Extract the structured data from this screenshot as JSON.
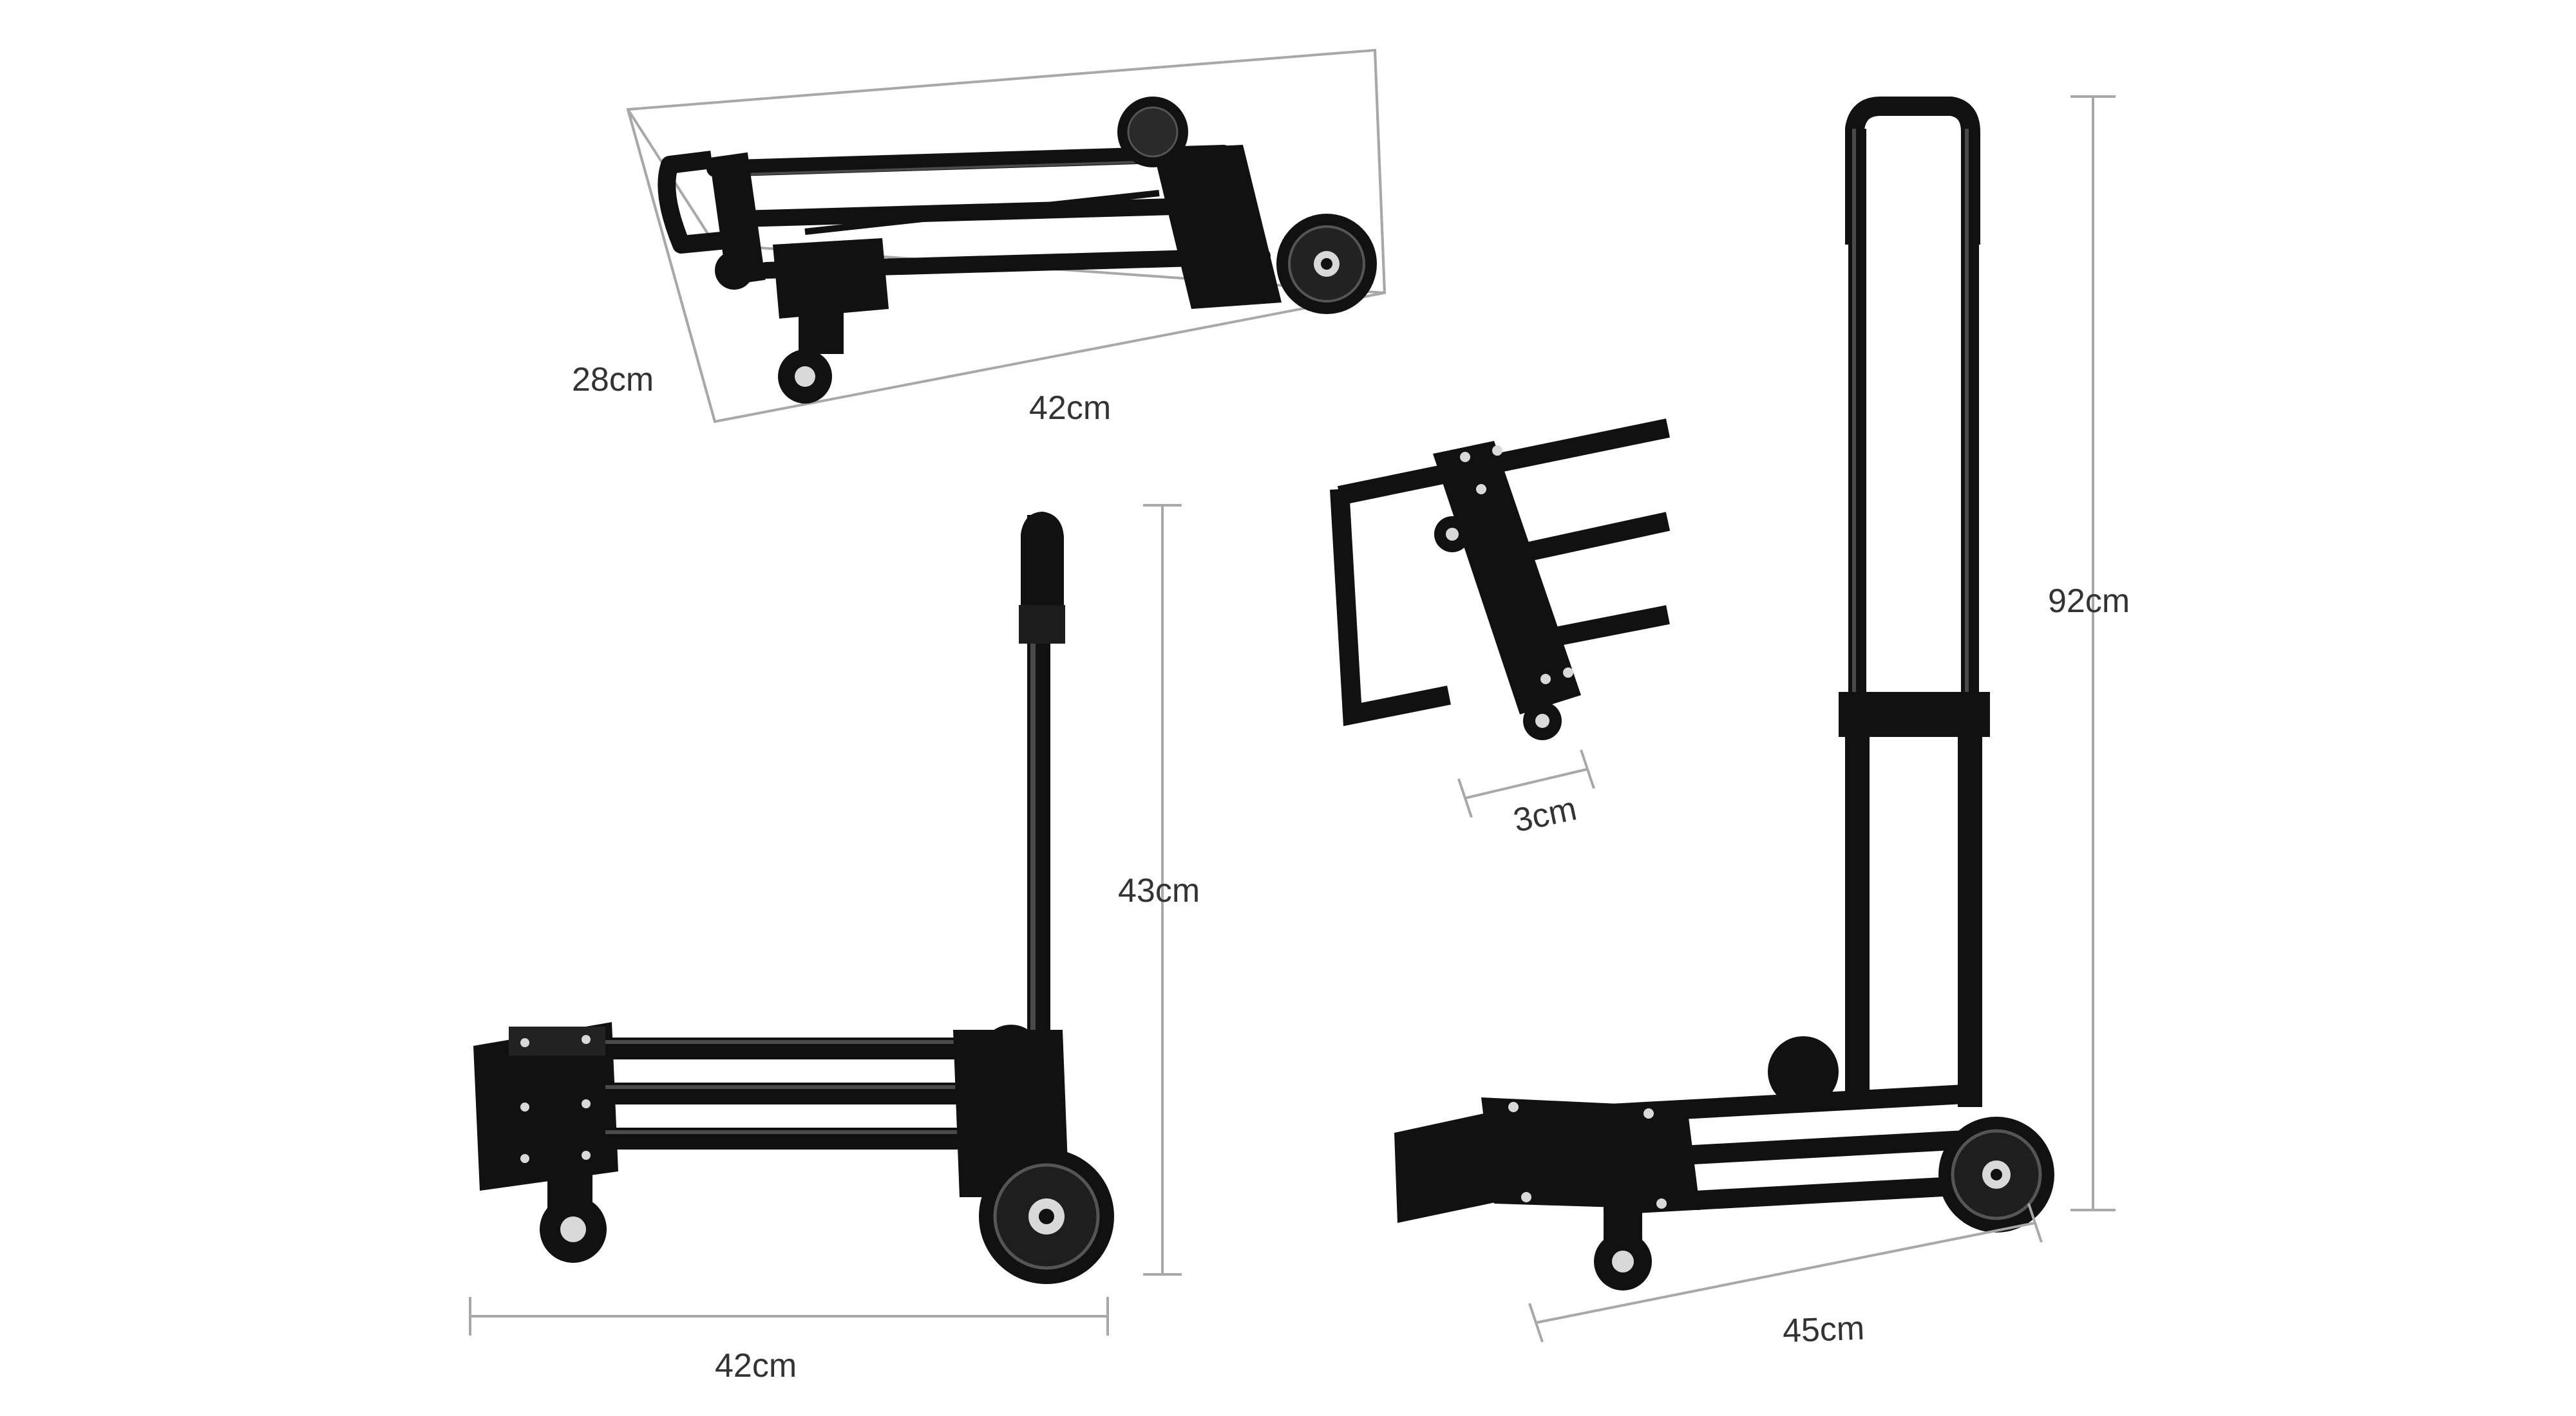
{
  "colors": {
    "background": "#ffffff",
    "frame": "#111111",
    "frame_highlight": "#4a4a4a",
    "dimension_line": "#a8a8a8",
    "label_text": "#333333",
    "wheel_hub": "#d9d9d9"
  },
  "views": {
    "folded": {
      "width_label": "28cm",
      "length_label": "42cm"
    },
    "side": {
      "height_label": "43cm",
      "length_label": "42cm"
    },
    "closeup": {
      "thickness_label": "3cm"
    },
    "extended": {
      "height_label": "92cm",
      "length_label": "45cm"
    }
  }
}
